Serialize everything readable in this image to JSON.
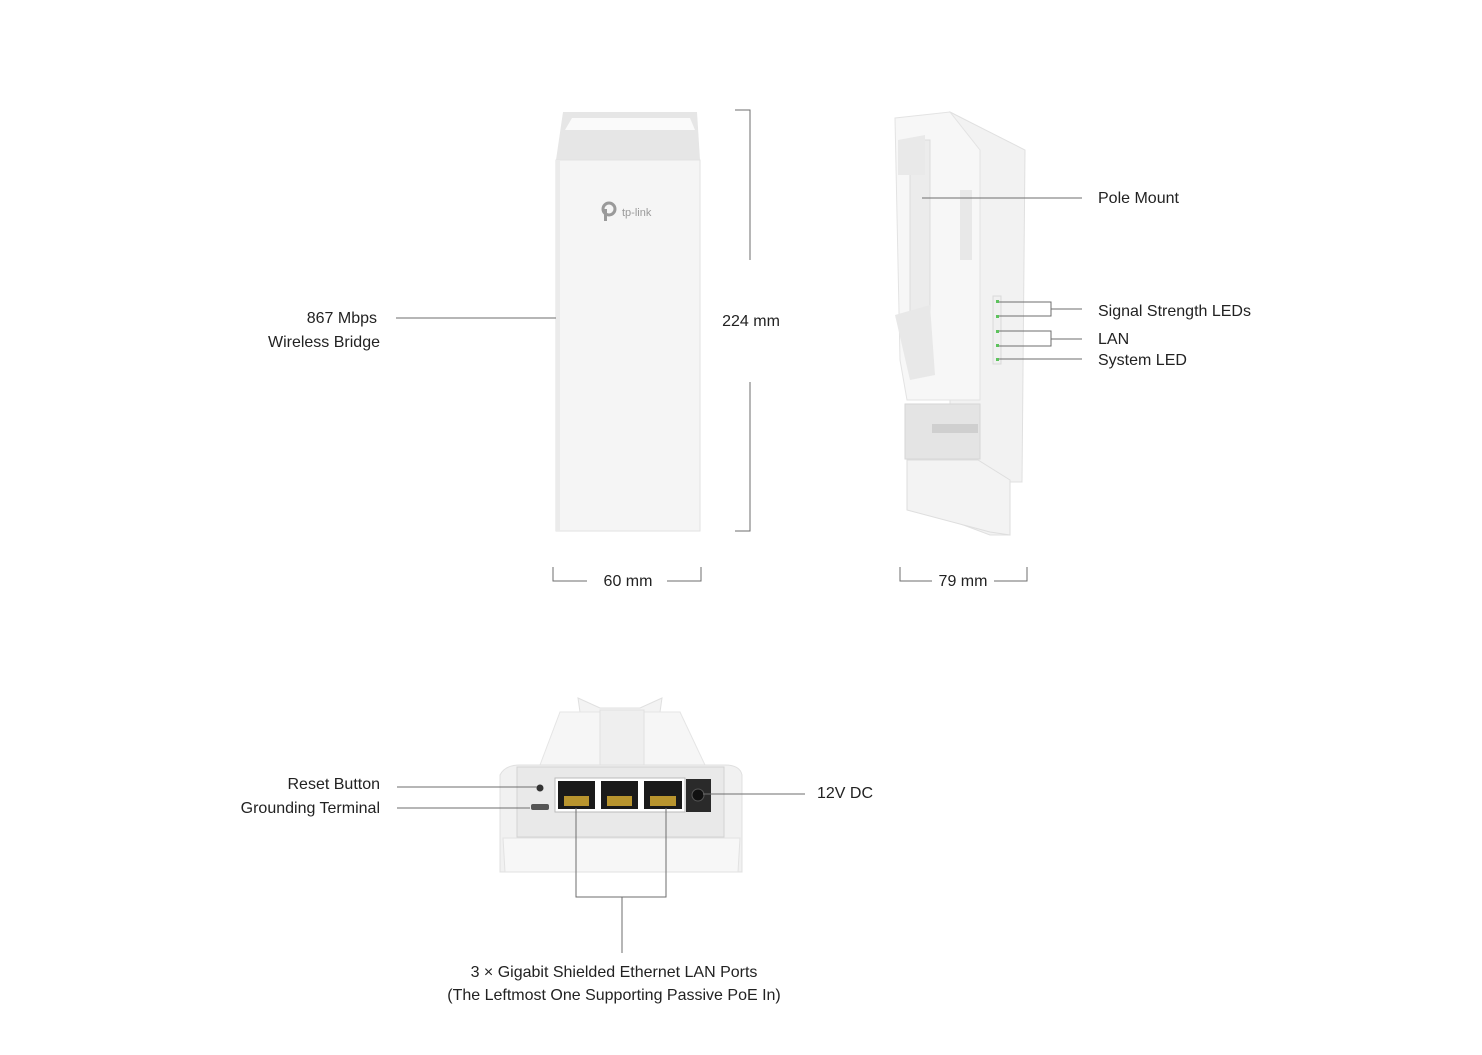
{
  "front_view": {
    "brand_logo": "tp-link",
    "product_label": [
      "867 Mbps",
      "Wireless Bridge"
    ],
    "height_dimension": "224 mm",
    "width_dimension": "60 mm"
  },
  "side_view": {
    "callouts": {
      "pole_mount": "Pole Mount",
      "signal_leds": "Signal Strength LEDs",
      "lan": "LAN",
      "system_led": "System LED"
    },
    "depth_dimension": "79 mm"
  },
  "bottom_view": {
    "callouts": {
      "reset": "Reset Button",
      "grounding": "Grounding Terminal",
      "power": "12V DC",
      "ports_line1": "3 × Gigabit Shielded Ethernet LAN Ports",
      "ports_line2": "(The Leftmost One Supporting Passive PoE In)"
    }
  },
  "colors": {
    "line": "#6e6e6e",
    "device": "#f4f4f4",
    "led": "#5cc35c",
    "port": "#1a1a1a"
  }
}
